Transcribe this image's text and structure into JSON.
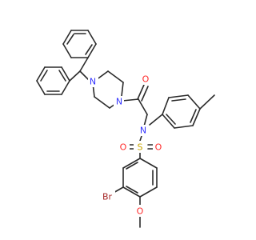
{
  "molecule": {
    "atom_labels": [
      {
        "key": "n_pip_left",
        "text": "N",
        "color": "#3333ff"
      },
      {
        "key": "n_pip_right",
        "text": "N",
        "color": "#3333ff"
      },
      {
        "key": "o_carbonyl",
        "text": "O",
        "color": "#ff2a2a"
      },
      {
        "key": "n_sulfonamide",
        "text": "N",
        "color": "#3333ff"
      },
      {
        "key": "s_sulfonyl",
        "text": "S",
        "color": "#c8a500"
      },
      {
        "key": "o_sulfonyl_left",
        "text": "O",
        "color": "#ff2a2a"
      },
      {
        "key": "o_sulfonyl_right",
        "text": "O",
        "color": "#ff2a2a"
      },
      {
        "key": "br",
        "text": "Br",
        "color": "#a62929"
      },
      {
        "key": "o_methoxy",
        "text": "O",
        "color": "#ff2a2a"
      }
    ],
    "bond_color": "#2b2b2b",
    "background": "#ffffff"
  }
}
